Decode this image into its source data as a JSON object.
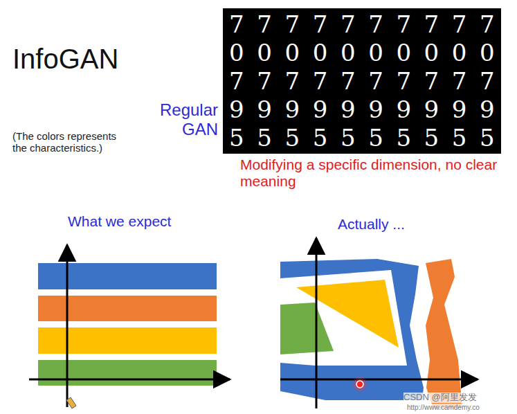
{
  "diagram": {
    "title": "InfoGAN",
    "labels": [
      "(The colors represents the characteristics.)",
      "Regular GAN",
      "7777777777",
      "0000000000",
      "7777777777",
      "9999999999",
      "5555555555",
      "Modifying a specific dimension, no clear meaning",
      "What we expect",
      "Actually ...",
      "CSDN @阿里发发",
      "http://www.camdemy.co"
    ]
  }
}
